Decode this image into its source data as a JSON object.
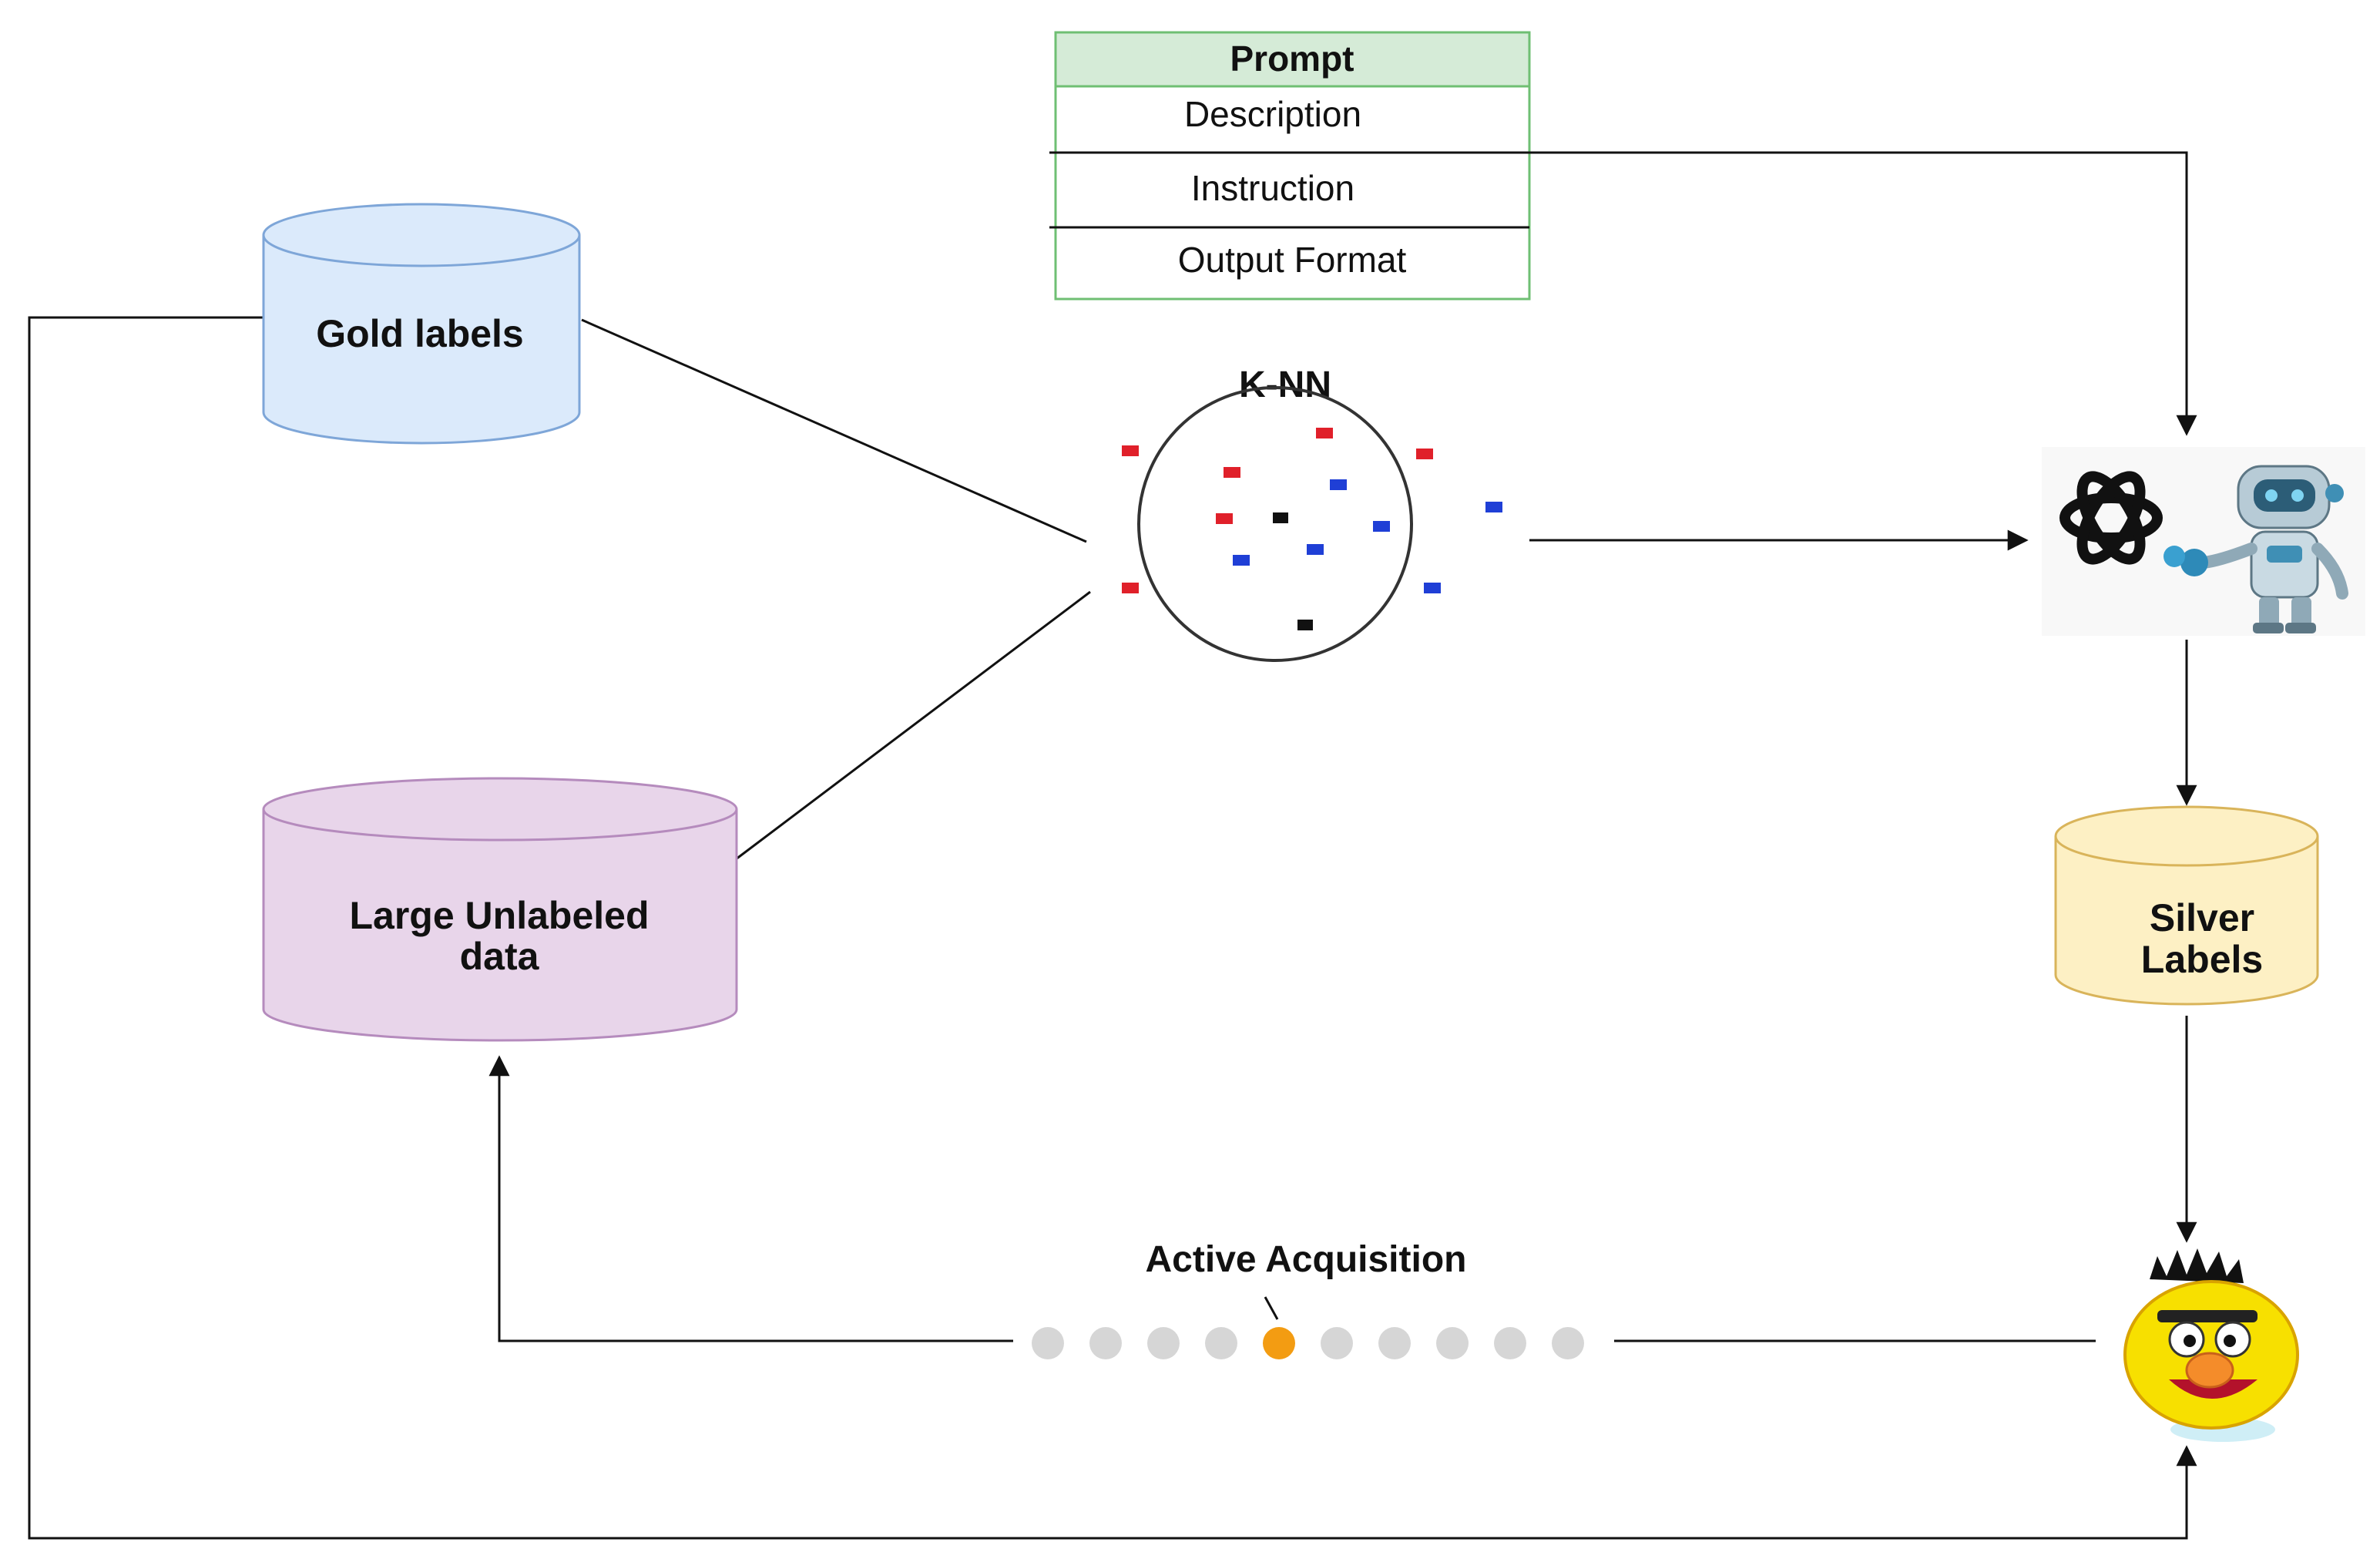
{
  "prompt": {
    "title": "Prompt",
    "rows": [
      "Description",
      "Instruction",
      "Output Format"
    ]
  },
  "knn": {
    "label": "K-NN"
  },
  "stores": {
    "gold": {
      "label": "Gold labels",
      "fill": "#dbeafb",
      "stroke": "#7ea6d8"
    },
    "unlabeled": {
      "label_line1": "Large Unlabeled",
      "label_line2": "data",
      "fill": "#e8d5ea",
      "stroke": "#b58bbd"
    },
    "silver": {
      "label_line1": "Silver",
      "label_line2": "Labels",
      "fill": "#fdf0c4",
      "stroke": "#d9b45a"
    }
  },
  "active_acquisition": {
    "label": "Active Acquisition",
    "dot_count": 10,
    "selected_index": 4
  },
  "colors": {
    "prompt_header": "#d5ebd7",
    "prompt_border": "#6fbf73",
    "red": "#e0202a",
    "blue": "#1f3fd6",
    "black": "#111111",
    "dot_grey": "#d6d6d6",
    "dot_selected": "#f39c12"
  }
}
